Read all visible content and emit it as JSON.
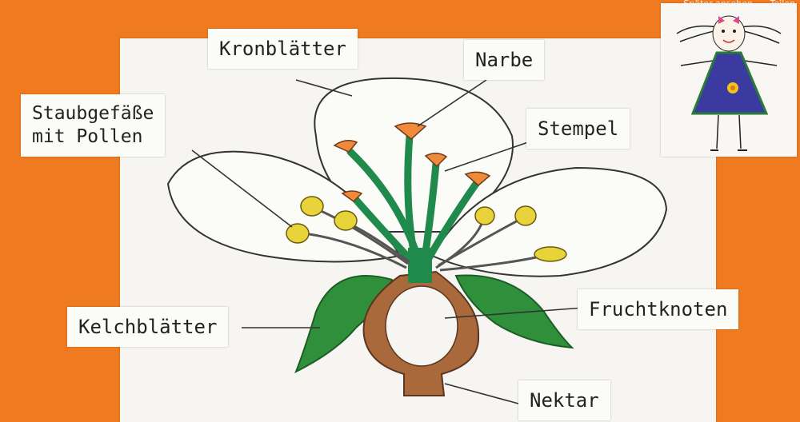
{
  "labels": {
    "kronblaetter": "Kronblätter",
    "narbe": "Narbe",
    "staubgefaesse": "Staubgefäße\nmit Pollen",
    "stempel": "Stempel",
    "fruchtknoten": "Fruchtknoten",
    "kelchblaetter": "Kelchblätter",
    "nektar": "Nektar"
  },
  "overlay": {
    "watch_later": "Später ansehen",
    "share": "Teilen"
  },
  "colors": {
    "background": "#f07a1f",
    "stem_green": "#1f8a4c",
    "leaf_green": "#2f8f3a",
    "ovary_brown": "#a9693a",
    "anther_yellow": "#e8d43a",
    "stigma_orange": "#f08a3a",
    "dress_blue": "#3a3aa0"
  },
  "icons": {
    "flower": "flower-drawing",
    "girl": "girl-drawing"
  }
}
